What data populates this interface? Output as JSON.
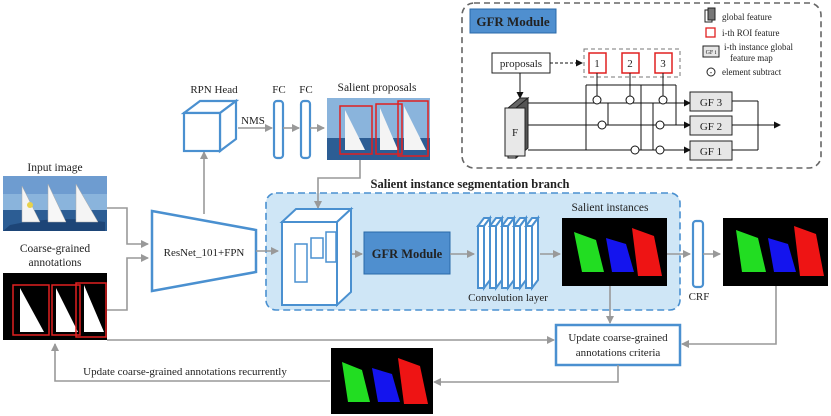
{
  "labels": {
    "input_image": "Input image",
    "coarse_annotations_line1": "Coarse-grained",
    "coarse_annotations_line2": "annotations",
    "backbone": "ResNet_101+FPN",
    "rpn_head": "RPN Head",
    "nms": "NMS",
    "fc1": "FC",
    "fc2": "FC",
    "salient_proposals": "Salient proposals",
    "branch_title": "Salient instance segmentation branch",
    "gfr_module_block": "GFR Module",
    "convolution_layer": "Convolution layer",
    "salient_instances": "Salient instances",
    "crf": "CRF",
    "update_criteria_line1": "Update coarse-grained",
    "update_criteria_line2": "annotations criteria",
    "update_recurrently": "Update coarse-grained annotations recurrently"
  },
  "gfr_detail": {
    "title": "GFR Module",
    "proposals": "proposals",
    "feature_map": "F",
    "roi_labels": [
      "1",
      "2",
      "3"
    ],
    "gf_outputs": [
      "GF 3",
      "GF 2",
      "GF 1"
    ],
    "legend": {
      "global_feature": "global feature",
      "roi_feature": "i-th ROI feature",
      "gf_box": "GF i",
      "instance_global_line1": "i-th  instance global",
      "instance_global_line2": "feature map",
      "subtract_symbol": "-",
      "element_subtract": "element subtract"
    }
  },
  "colors": {
    "block_blue": "#4a90d0",
    "branch_fill": "#cfe6f6",
    "gfr_fill": "#4f8fcf",
    "roi_red": "#e02020",
    "arrow_gray": "#999999"
  }
}
